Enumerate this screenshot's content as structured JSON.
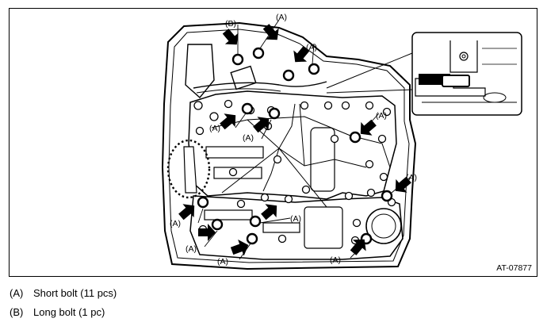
{
  "callout": {
    "a": "(A)",
    "b": "(B)"
  },
  "figure_code": "AT-07877",
  "legend": [
    {
      "key": "(A)",
      "text": "Short bolt (11 pcs)"
    },
    {
      "key": "(B)",
      "text": "Long bolt (1 pc)"
    }
  ]
}
